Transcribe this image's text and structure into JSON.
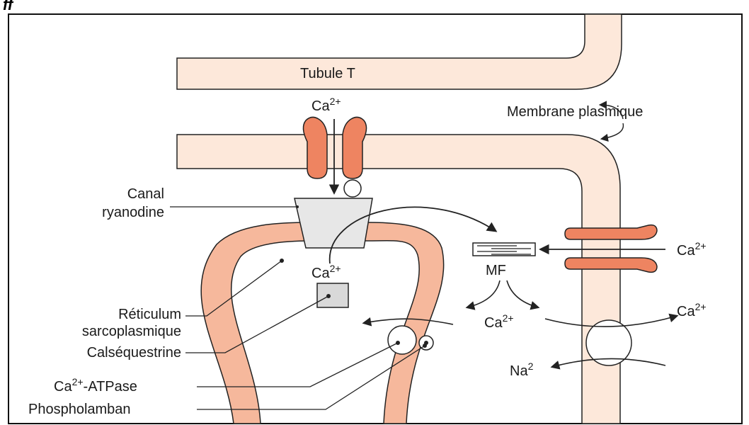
{
  "banner": {
    "text": "ff"
  },
  "labels": {
    "tubule_t": "Tubule T",
    "membrane_plasmique": "Membrane plasmique",
    "canal_line1": "Canal",
    "canal_line2": "ryanodine",
    "reticulum_line1": "Réticulum",
    "reticulum_line2": "sarcoplasmique",
    "calsequestrine": "Calséquestrine",
    "atpase_base": "Ca",
    "atpase_sup": "2+",
    "atpase_tail": "-ATPase",
    "phospholamban": "Phospholamban",
    "mf": "MF",
    "ca_base": "Ca",
    "ca_sup": "2+",
    "na_base": "Na",
    "na_sup": "2"
  },
  "colors": {
    "membrane_fill": "#fde8da",
    "reticulum_fill": "#f6b89c",
    "channel_fill": "#ee8461",
    "ryanodine_fill": "#e7e7e7",
    "stroke": "#222222"
  }
}
